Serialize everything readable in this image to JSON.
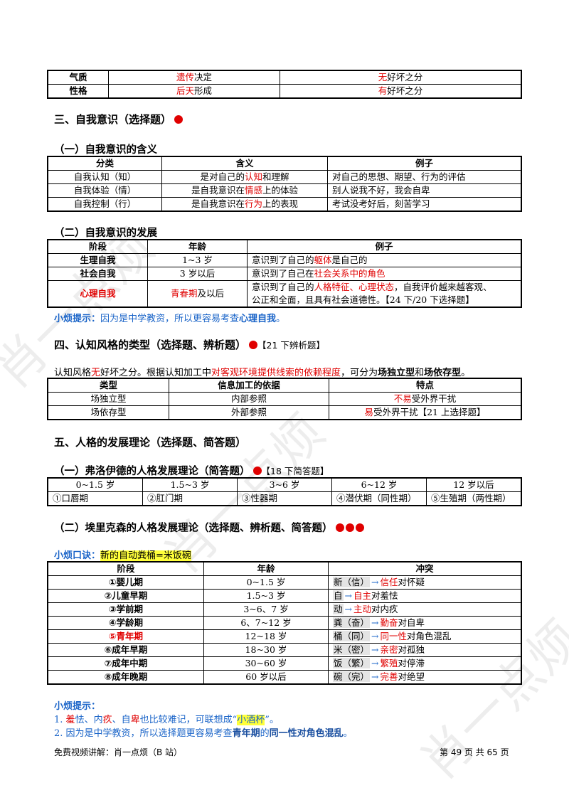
{
  "temperament_table": {
    "rows": [
      {
        "label": "气质",
        "cause_red": "遗传",
        "cause_rest": "决定",
        "eval_red": "无",
        "eval_rest": "好坏之分"
      },
      {
        "label": "性格",
        "cause_red": "后天",
        "cause_rest": "形成",
        "eval_red": "有",
        "eval_rest": "好坏之分"
      }
    ]
  },
  "section3": {
    "title": "三、自我意识（选择题）",
    "sub1_title": "（一）自我意识的含义",
    "meaning_table": {
      "headers": [
        "分类",
        "含义",
        "例子"
      ],
      "rows": [
        {
          "cat": "自我认知（知）",
          "m_pre": "是对自己的",
          "m_red": "认知",
          "m_post": "和理解",
          "example": "对自己的思想、期望、行为的评估"
        },
        {
          "cat": "自我体验（情）",
          "m_pre": "是自我意识在",
          "m_red": "情感",
          "m_post": "上的体验",
          "example": "别人说我不好，我会自卑"
        },
        {
          "cat": "自我控制（行）",
          "m_pre": "是自我意识在",
          "m_red": "行为",
          "m_post": "上的表现",
          "example": "考试没考好后，刻苦学习"
        }
      ]
    },
    "sub2_title": "（二）自我意识的发展",
    "dev_table": {
      "headers": [
        "阶段",
        "年龄",
        "例子"
      ],
      "rows": [
        {
          "stage": "生理自我",
          "age": "1~3 岁",
          "ex_pre": "意识到了自己的",
          "ex_red": "躯体",
          "ex_post": "是自己的"
        },
        {
          "stage": "社会自我",
          "age": "3 岁以后",
          "ex_pre": "意识到了自己在",
          "ex_red": "社会关系中的角色",
          "ex_post": ""
        }
      ],
      "last": {
        "stage": "心理自我",
        "age_red": "青春期",
        "age_rest": "及以后",
        "ex_pre": "意识到了自己的",
        "ex_red": "人格特征、心理状态",
        "ex_post": "，自我评价越来越客观、",
        "ex_line2": "公正和全面，且具有社会道德性。【24 下/20 下选择题】"
      }
    },
    "tip_label": "小烦提示：",
    "tip_text": "因为是中学教资，所以更容易考查",
    "tip_bold": "心理自我",
    "tip_end": "。"
  },
  "section4": {
    "title": "四、认知风格的类型（选择题、辨析题）",
    "ref": "【21 下辨析题】",
    "intro_pre": "认知风格",
    "intro_red1": "无",
    "intro_mid": "好坏之分。根据认知加工中",
    "intro_red2": "对客观环境提供线索的依赖程度",
    "intro_mid2": "，可分为",
    "intro_b1": "场独立型",
    "intro_and": "和",
    "intro_b2": "场依存型",
    "intro_end": "。",
    "table": {
      "headers": [
        "类型",
        "信息加工的依据",
        "特点"
      ],
      "rows": [
        {
          "type": "场独立型",
          "basis": "内部参照",
          "f_red": "不易",
          "f_rest": "受外界干扰"
        },
        {
          "type": "场依存型",
          "basis": "外部参照",
          "f_red": "易",
          "f_rest": "受外界干扰【21 上选择题】"
        }
      ]
    }
  },
  "section5": {
    "title": "五、人格的发展理论（选择题、简答题）",
    "freud_title": "（一）弗洛伊德的人格发展理论（简答题）",
    "freud_ref": "【18 下简答题】",
    "freud_ages": [
      "0~1.5 岁",
      "1.5~3 岁",
      "3~6 岁",
      "6~12 岁",
      "12 岁以后"
    ],
    "freud_stages": [
      "①口唇期",
      "②肛门期",
      "③性器期",
      "④潜伏期（同性期）",
      "⑤生殖期（两性期）"
    ],
    "erikson_title": "（二）埃里克森的人格发展理论（选择题、辨析题、简答题）",
    "mnemonic_label": "小烦口诀：",
    "mnemonic_text": "新的自动粪桶=米饭碗",
    "erikson_headers": [
      "阶段",
      "年龄",
      "冲突"
    ],
    "erikson_rows": [
      {
        "stage": "①婴儿期",
        "age": "0~1.5 岁",
        "w": "新（信）",
        "r": "信任",
        "tail": "对怀疑",
        "red_stage": false
      },
      {
        "stage": "②儿童早期",
        "age": "1.5~3 岁",
        "w": "自",
        "r": "自主",
        "tail": "对羞怯",
        "red_stage": false
      },
      {
        "stage": "③学前期",
        "age": "3~6、7 岁",
        "w": "动",
        "r": "主动",
        "tail": "对内疚",
        "red_stage": false
      },
      {
        "stage": "④学龄期",
        "age": "6、7~12 岁",
        "w": "粪（奋）",
        "r": "勤奋",
        "tail": "对自卑",
        "red_stage": false
      },
      {
        "stage": "⑤青年期",
        "age": "12~18 岁",
        "w": "桶（同）",
        "r": "同一性",
        "tail": "对角色混乱",
        "red_stage": true
      },
      {
        "stage": "⑥成年早期",
        "age": "18~30 岁",
        "w": "米（密）",
        "r": "亲密",
        "tail": "对孤独",
        "red_stage": false
      },
      {
        "stage": "⑦成年中期",
        "age": "30~60 岁",
        "w": "饭（繁）",
        "r": "繁殖",
        "tail": "对停滞",
        "red_stage": false
      },
      {
        "stage": "⑧成年晚期",
        "age": "60 岁以后",
        "w": "碗（完）",
        "r": "完善",
        "tail": "对绝望",
        "red_stage": false
      }
    ],
    "tip_label": "小烦提示：",
    "tip1_n": "1.",
    "tip1_a": "羞",
    "tip1_b": "怯、内",
    "tip1_c": "疚",
    "tip1_d": "、自",
    "tip1_e": "卑",
    "tip1_f": "也比较难记，可联想成“",
    "tip1_g": "小酒杯",
    "tip1_h": "”。",
    "tip2_n": "2.",
    "tip2_a": "因为是中学教资，所以选择题更容易考查",
    "tip2_b": "青年期",
    "tip2_c": "的",
    "tip2_d": "同一性对角色混乱",
    "tip2_e": "。"
  },
  "footer": {
    "left": "免费视频讲解：肖一点烦（B 站）",
    "right": "第 49 页 共 65 页"
  },
  "watermark": "肖一点烦"
}
